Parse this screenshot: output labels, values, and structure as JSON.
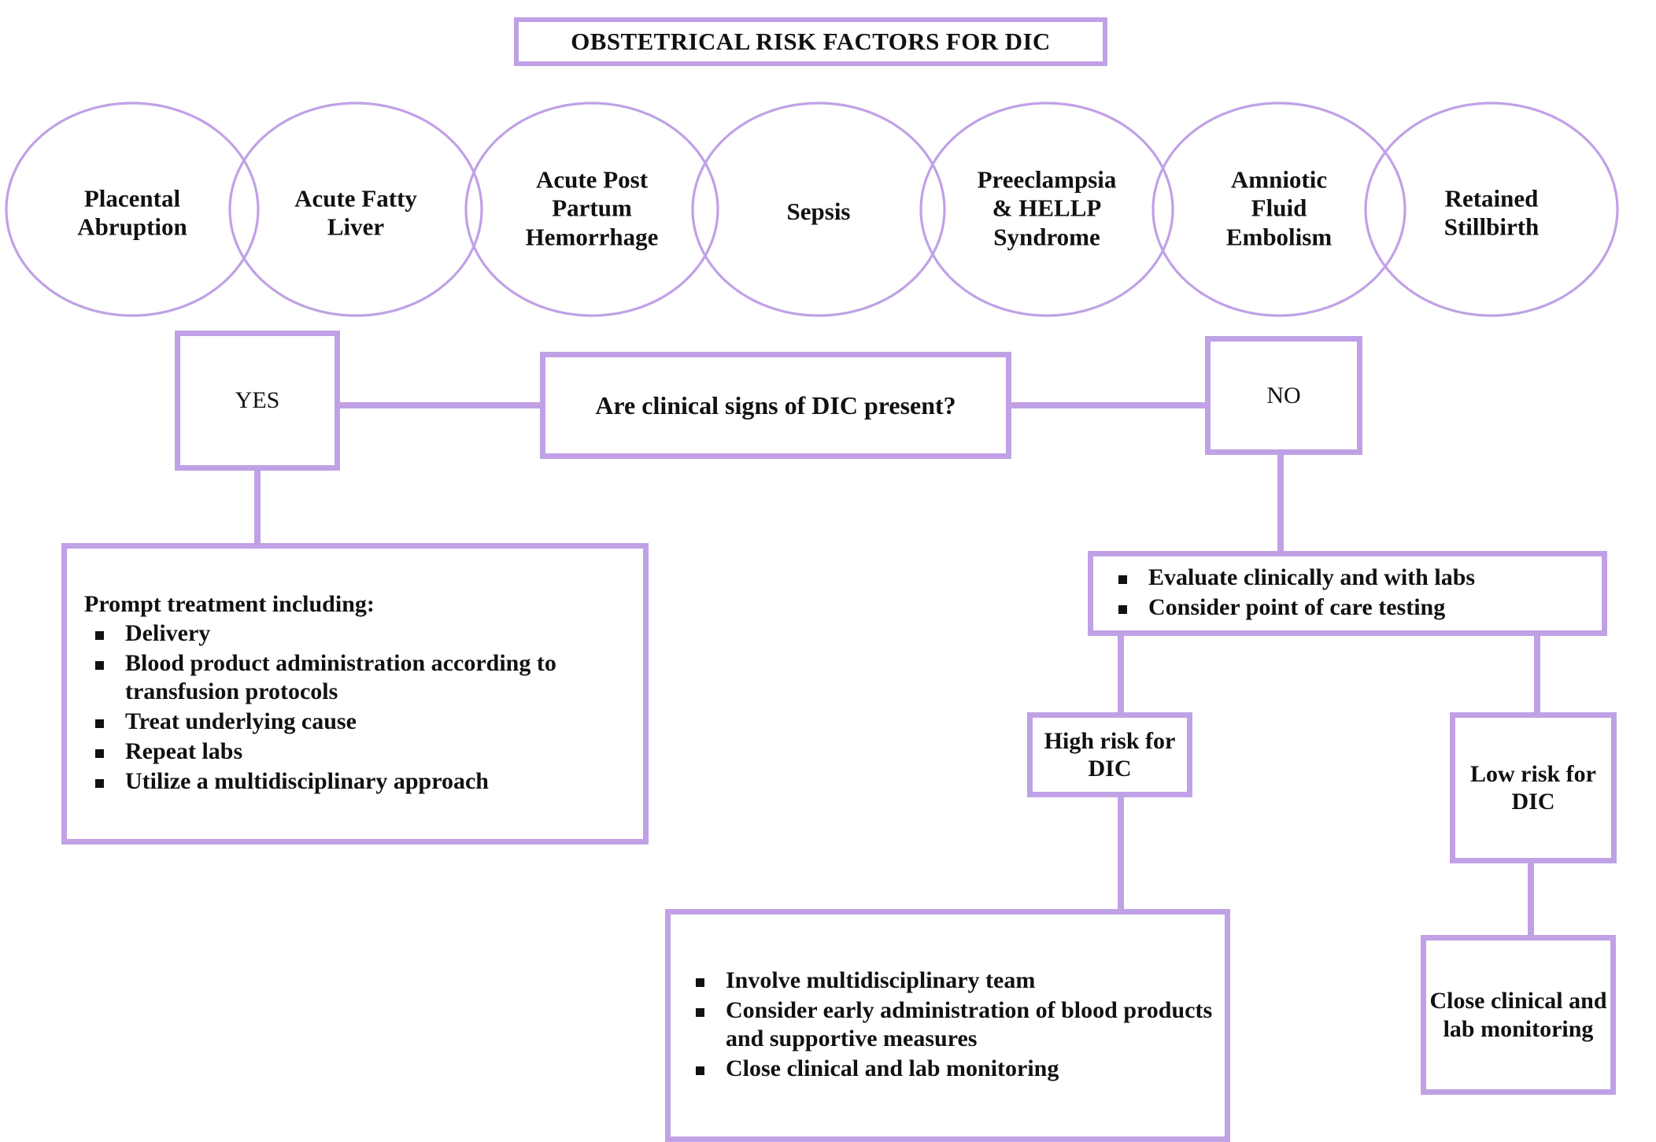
{
  "diagram": {
    "title": "OBSTETRICAL RISK FACTORS FOR DIC",
    "accent_color": "#c0a1e6",
    "text_color": "#111111",
    "background_color": "#ffffff"
  },
  "risk_factors": [
    {
      "label": "Placental\nAbruption"
    },
    {
      "label": "Acute Fatty\nLiver"
    },
    {
      "label": "Acute Post\nPartum\nHemorrhage"
    },
    {
      "label": "Sepsis"
    },
    {
      "label": "Preeclampsia\n& HELLP\nSyndrome"
    },
    {
      "label": "Amniotic\nFluid\nEmbolism"
    },
    {
      "label": "Retained\nStillbirth"
    }
  ],
  "decision": {
    "question": "Are clinical signs of DIC present?",
    "yes_label": "YES",
    "no_label": "NO"
  },
  "yes_branch": {
    "treatment": {
      "lead": "Prompt treatment including:",
      "bullets": [
        "Delivery",
        "Blood product administration according to transfusion protocols",
        "Treat underlying cause",
        "Repeat labs",
        "Utilize a multidisciplinary approach"
      ]
    }
  },
  "no_branch": {
    "evaluate": {
      "bullets": [
        "Evaluate clinically and with labs",
        "Consider point of care testing"
      ]
    },
    "high_risk": {
      "label": "High risk\nfor DIC",
      "actions": {
        "bullets": [
          "Involve multidisciplinary team",
          "Consider early administration of blood products and supportive measures",
          "Close clinical and lab monitoring"
        ]
      }
    },
    "low_risk": {
      "label": "Low risk\nfor DIC",
      "actions": {
        "label": "Close clinical\nand lab\nmonitoring"
      }
    }
  }
}
